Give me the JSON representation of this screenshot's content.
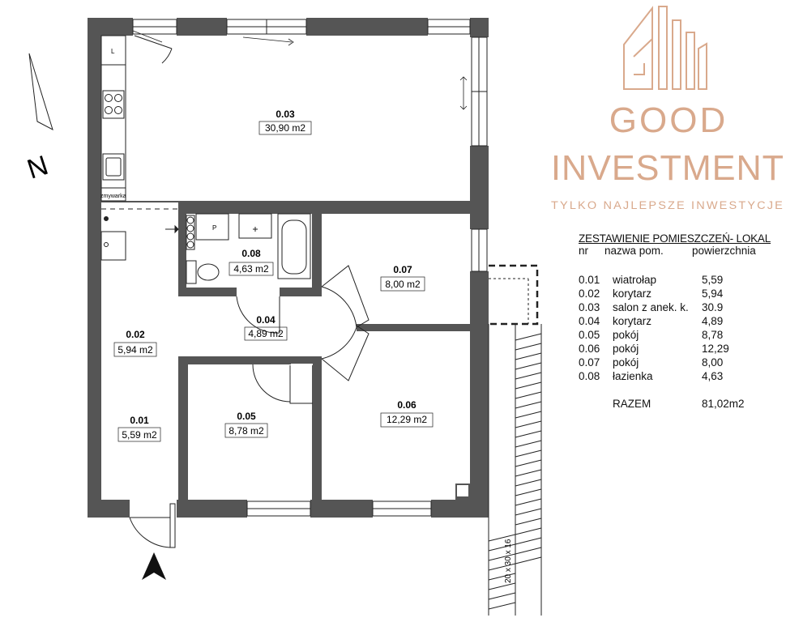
{
  "compass": {
    "label": "N"
  },
  "rooms": [
    {
      "id": "0.01",
      "area": "5,59 m2"
    },
    {
      "id": "0.02",
      "area": "5,94 m2"
    },
    {
      "id": "0.03",
      "area": "30,90 m2"
    },
    {
      "id": "0.04",
      "area": "4,89 m2"
    },
    {
      "id": "0.05",
      "area": "8,78 m2"
    },
    {
      "id": "0.06",
      "area": "12,29 m2"
    },
    {
      "id": "0.07",
      "area": "8,00 m2"
    },
    {
      "id": "0.08",
      "area": "4,63 m2"
    }
  ],
  "fixtures": {
    "kitchen_l": "L",
    "dishwasher": "zmywarka",
    "laundry_p": "P",
    "stairs": "20 x 30 x 16"
  },
  "logo": {
    "line1": "GOOD",
    "line2": "INVESTMENT",
    "tagline": "TYLKO NAJLEPSZE INWESTYCJE",
    "color": "#d9a98c"
  },
  "legend": {
    "title": "ZESTAWIENIE POMIESZCZEŃ- LOKAL",
    "headers": [
      "nr",
      "nazwa pom.",
      "powierzchnia"
    ],
    "rows": [
      [
        "0.01",
        "wiatrołap",
        "5,59"
      ],
      [
        "0.02",
        "korytarz",
        "5,94"
      ],
      [
        "0.03",
        "salon z anek. k.",
        "30.9"
      ],
      [
        "0.04",
        "korytarz",
        "4,89"
      ],
      [
        "0.05",
        "pokój",
        "8,78"
      ],
      [
        "0.06",
        "pokój",
        "12,29"
      ],
      [
        "0.07",
        "pokój",
        "8,00"
      ],
      [
        "0.08",
        "łazienka",
        "4,63"
      ]
    ],
    "total_label": "RAZEM",
    "total_value": "81,02m2"
  },
  "colors": {
    "wall": "#555555",
    "line": "#222222"
  }
}
